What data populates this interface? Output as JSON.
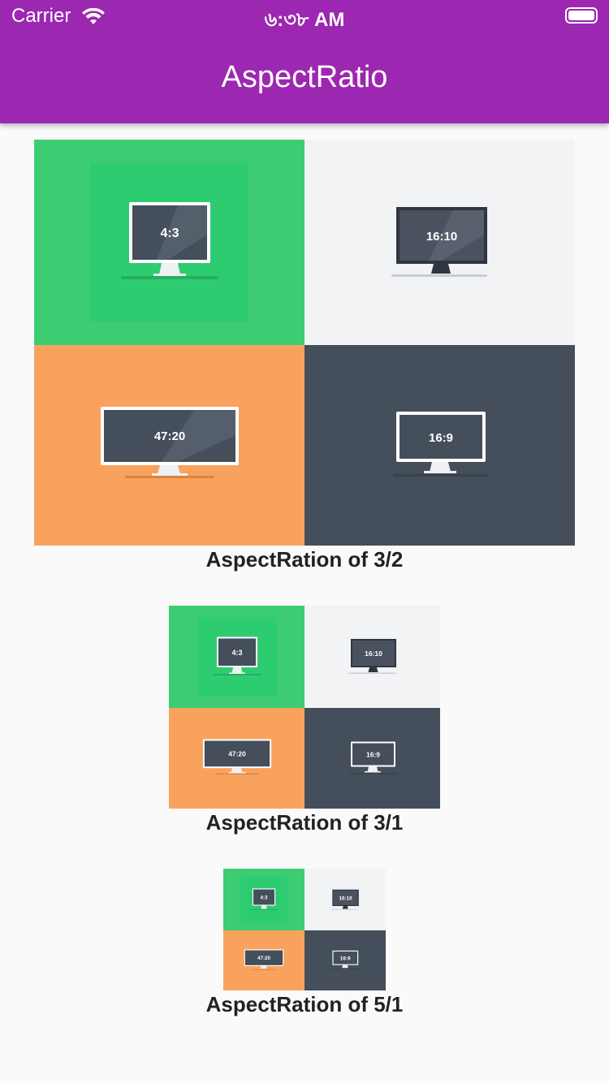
{
  "status_bar": {
    "carrier": "Carrier",
    "time": "৬:৩৮ AM"
  },
  "app_bar": {
    "title": "AspectRatio"
  },
  "colors": {
    "app_bar": "#9c27b0",
    "green": "#3ecc72",
    "green_inner": "#2ecc71",
    "light": "#f2f3f5",
    "orange": "#f9a25e",
    "dark": "#454e5b"
  },
  "sections": [
    {
      "caption": "AspectRation of 3/2",
      "tiles": [
        "4:3",
        "16:10",
        "47:20",
        "16:9"
      ]
    },
    {
      "caption": "AspectRation of 3/1",
      "tiles": [
        "4:3",
        "16:10",
        "47:20",
        "16:9"
      ]
    },
    {
      "caption": "AspectRation of 5/1",
      "tiles": [
        "4:3",
        "16:10",
        "47:20",
        "16:9"
      ]
    }
  ]
}
